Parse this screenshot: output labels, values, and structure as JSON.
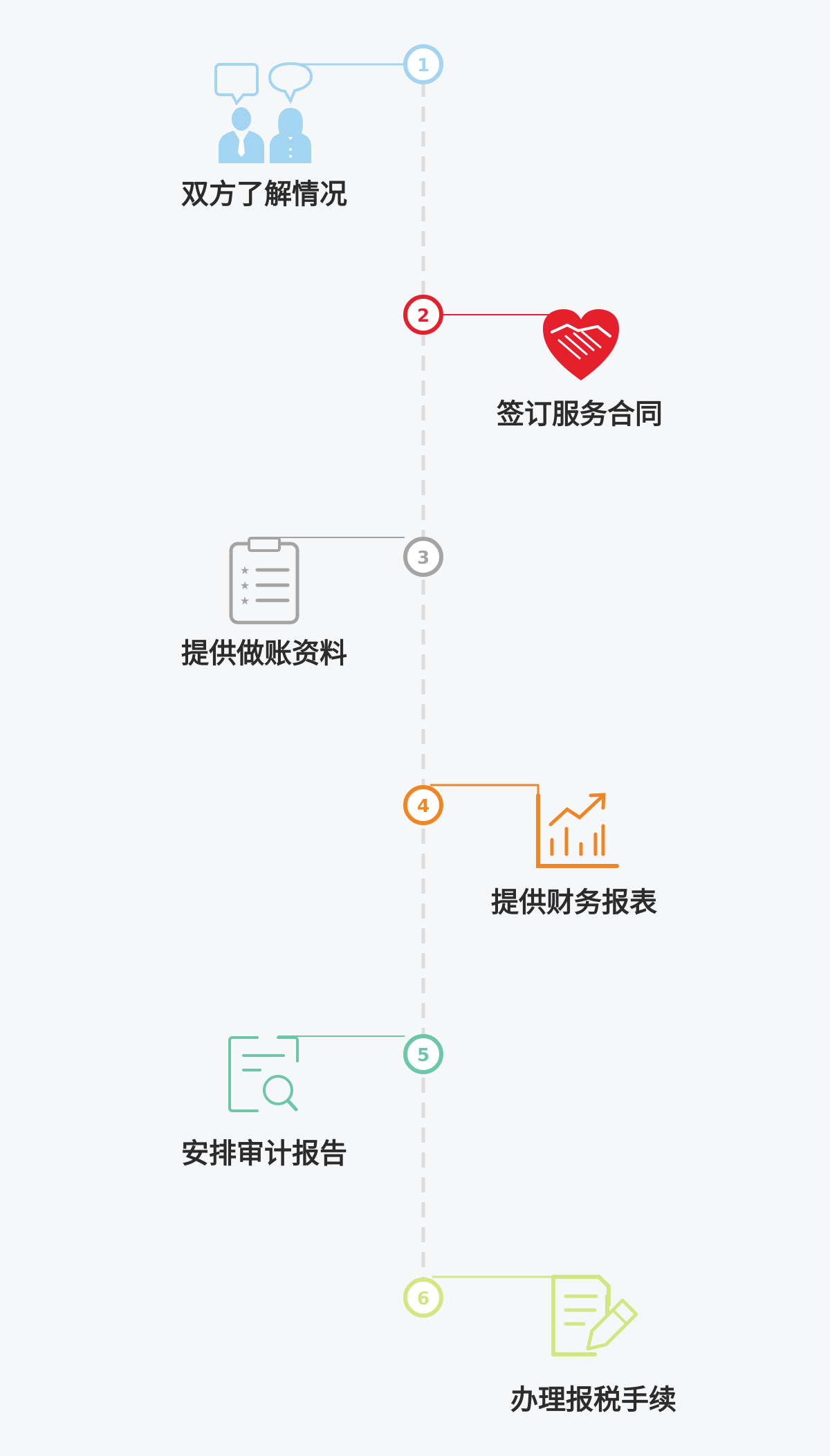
{
  "steps": [
    {
      "number": "1",
      "label": "双方了解情况",
      "color": "#a3d4f2",
      "icon": "people-chat-icon"
    },
    {
      "number": "2",
      "label": "签订服务合同",
      "color": "#e3202c",
      "icon": "handshake-heart-icon"
    },
    {
      "number": "3",
      "label": "提供做账资料",
      "color": "#a4a4a4",
      "icon": "clipboard-list-icon"
    },
    {
      "number": "4",
      "label": "提供财务报表",
      "color": "#ee8626",
      "icon": "growth-chart-icon"
    },
    {
      "number": "5",
      "label": "安排审计报告",
      "color": "#6cc7a7",
      "icon": "document-search-icon"
    },
    {
      "number": "6",
      "label": "办理报税手续",
      "color": "#d4e584",
      "icon": "document-edit-icon"
    }
  ],
  "timeline_color": "#dddddd"
}
